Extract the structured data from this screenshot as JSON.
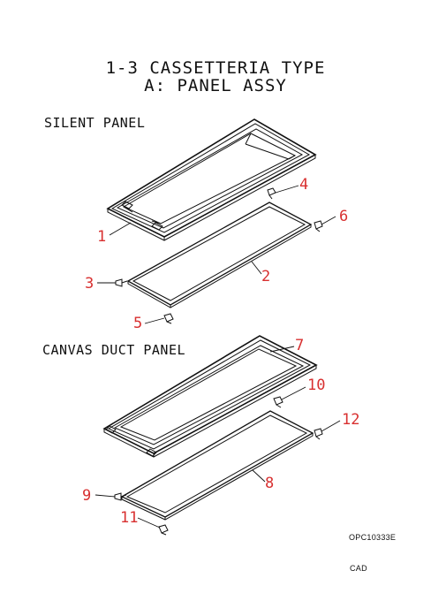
{
  "title": {
    "line1": "1-3 CASSETTERIA TYPE",
    "line2": "A: PANEL ASSY"
  },
  "sections": {
    "silent": "SILENT PANEL",
    "canvas": "CANVAS DUCT PANEL"
  },
  "callouts": [
    "1",
    "2",
    "3",
    "4",
    "5",
    "6",
    "7",
    "8",
    "9",
    "10",
    "11",
    "12"
  ],
  "drawing_code": "OPC10333E",
  "cad_label": "CAD",
  "colors": {
    "callout": "#d83030",
    "line": "#111111"
  }
}
